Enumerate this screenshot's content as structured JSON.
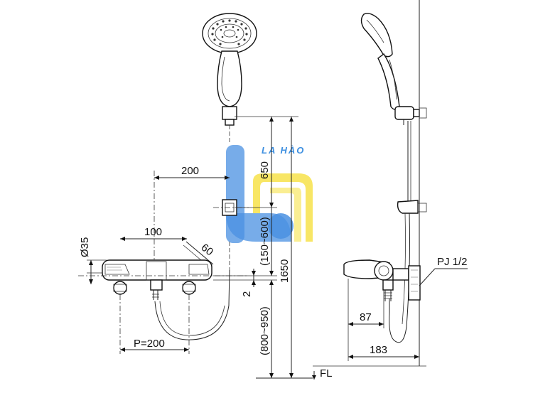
{
  "watermark": {
    "text": "LA HÀO",
    "colors": {
      "blue": "#4a90e2",
      "yellow": "#f7e24a"
    }
  },
  "front_view": {
    "dims": {
      "d200": "200",
      "d100": "100",
      "d60": "60",
      "dia35": "Ø35",
      "p200": "P=200"
    }
  },
  "height_dims": {
    "d650": "650",
    "d150_600": "(150~600)",
    "d2": "2",
    "d800_950": "(800~950)",
    "d1650": "1650"
  },
  "side_view": {
    "pj": "PJ 1/2",
    "d87": "87",
    "d183": "183",
    "fl": "FL"
  }
}
